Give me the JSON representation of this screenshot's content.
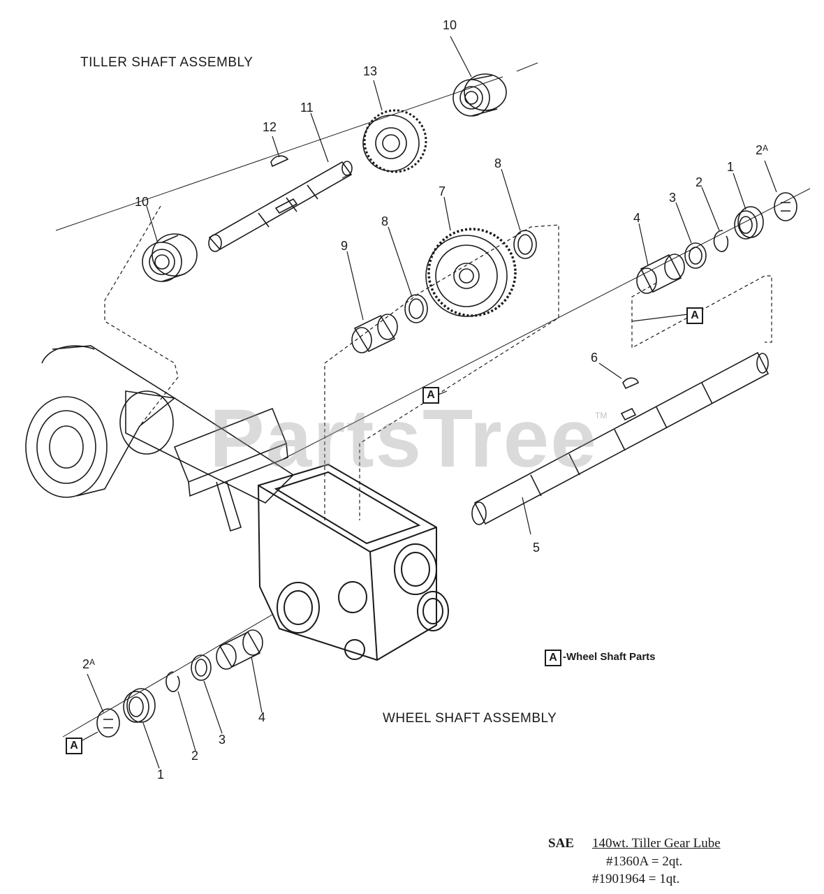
{
  "titles": {
    "tiller": "TILLER SHAFT ASSEMBLY",
    "wheel": "WHEEL SHAFT ASSEMBLY"
  },
  "watermark": {
    "text": "PartsTree",
    "tm": "TM"
  },
  "callouts": {
    "c10_top": "10",
    "c13": "13",
    "c11": "11",
    "c12": "12",
    "c10_left": "10",
    "c8_right": "8",
    "c7": "7",
    "c8_left": "8",
    "c9": "9",
    "c4_right": "4",
    "c3_right": "3",
    "c2_right": "2",
    "c1_right": "1",
    "c2A_right": "2",
    "c6": "6",
    "c5": "5",
    "c2A_left": "2",
    "c1_left": "1",
    "c2_left": "2",
    "c3_left": "3",
    "c4_left": "4",
    "suffix_A": "A"
  },
  "boxes": {
    "a1": "A",
    "a2": "A",
    "a3": "A",
    "a4": "A"
  },
  "legend": {
    "text": "-Wheel Shaft Parts"
  },
  "lube_note": {
    "prefix": "SAE",
    "line1": "140wt. Tiller Gear Lube",
    "line2": "#1360A = 2qt.",
    "line3": "#1901964 = 1qt."
  }
}
